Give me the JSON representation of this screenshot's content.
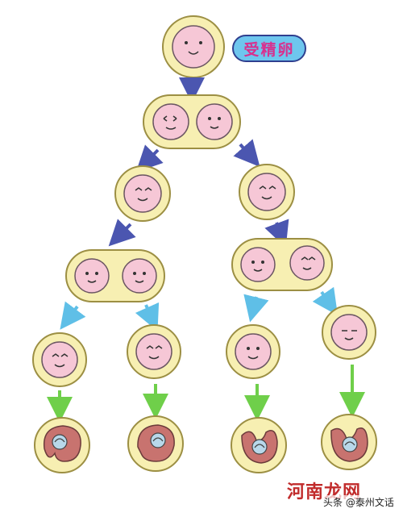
{
  "label": {
    "text": "受精卵"
  },
  "watermark": {
    "site": "河南龙网",
    "source": "头条 @泰州文话"
  },
  "colors": {
    "zona": "#f7efb2",
    "zona_stroke": "#9c8f43",
    "cell": "#f6c7d6",
    "cell_stroke": "#6b5662",
    "arrow_dark": "#4b56b0",
    "arrow_light": "#5fbfe7",
    "arrow_green": "#6fcf4a",
    "embryo": "#c8736f",
    "yolk": "#b8d8ea"
  }
}
